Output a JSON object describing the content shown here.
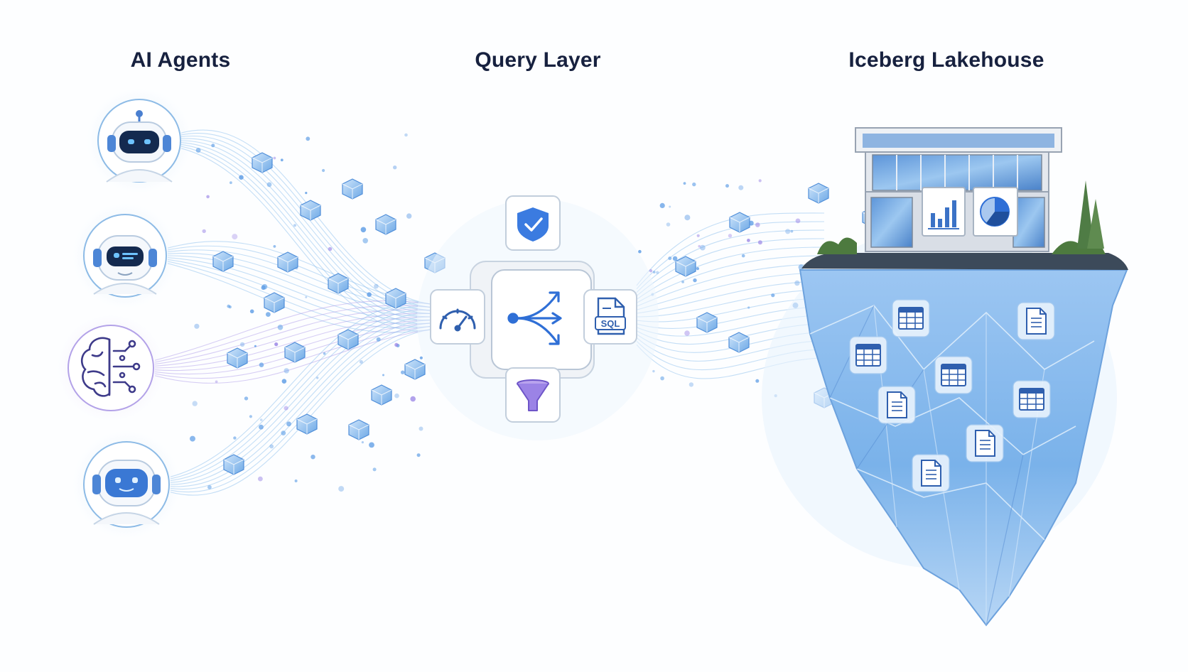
{
  "columns": {
    "agents": "AI Agents",
    "query": "Query Layer",
    "lakehouse": "Iceberg Lakehouse"
  },
  "agents": [
    {
      "icon": "robot-icon"
    },
    {
      "icon": "robot-icon"
    },
    {
      "icon": "brain-icon"
    },
    {
      "icon": "robot-icon"
    }
  ],
  "query_layer": {
    "hub_icon": "branching-arrows-icon",
    "satellites": [
      "shield-check-icon",
      "speedometer-icon",
      "sql-file-icon",
      "funnel-icon"
    ],
    "sql_text": "SQL"
  },
  "lakehouse": {
    "building_icons": [
      "bar-chart-icon",
      "pie-chart-icon"
    ],
    "data_icons": [
      "table-icon",
      "document-icon",
      "table-icon",
      "table-icon",
      "document-icon",
      "table-icon",
      "document-icon",
      "document-icon"
    ]
  },
  "colors": {
    "accent": "#2f6fd6",
    "ice": "#6aa8e6",
    "brain": "#8a72d8",
    "text": "#17213f"
  }
}
